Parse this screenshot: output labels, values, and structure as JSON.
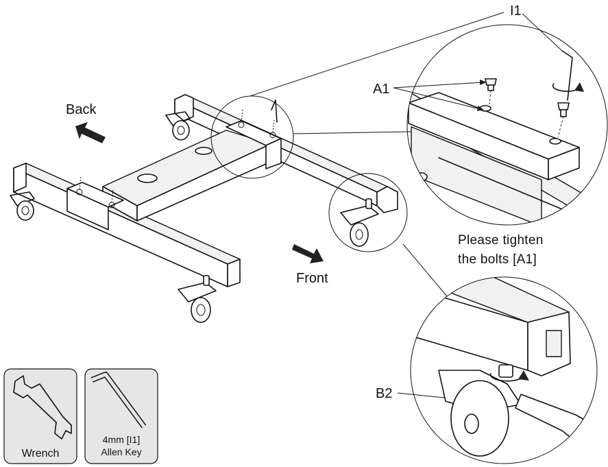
{
  "labels": {
    "back": "Back",
    "front": "Front",
    "a1": "A1",
    "i1": "I1",
    "b2": "B2"
  },
  "instruction": {
    "line1": "Please tighten",
    "line2": "the bolts [A1]"
  },
  "tools": [
    {
      "name": "wrench-tool",
      "label": "Wrench",
      "icon": "wrench-icon"
    },
    {
      "name": "allen-key-tool",
      "label_line1": "4mm [I1]",
      "label_line2": "Allen Key",
      "icon": "allen-key-icon"
    }
  ],
  "colors": {
    "line": "#111111",
    "tool_box_fill": "#e6e6e6"
  }
}
